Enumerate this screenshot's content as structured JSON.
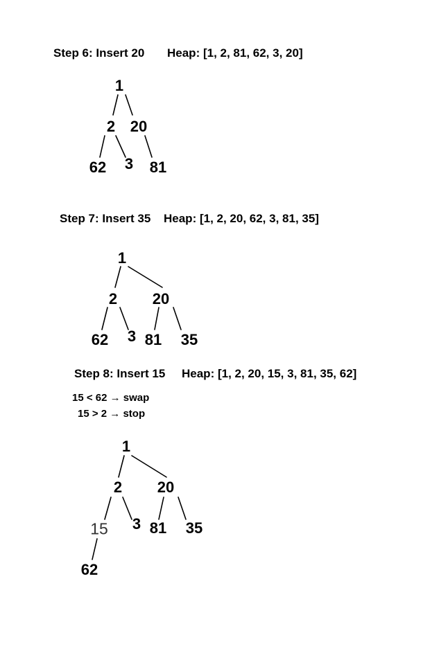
{
  "steps": [
    {
      "title": "Step 6: Insert 20",
      "heap": "Heap: [1, 2, 81, 62, 3, 20]",
      "notes": [],
      "nodes": [
        "1",
        "2",
        "20",
        "62",
        "3",
        "81"
      ]
    },
    {
      "title": "Step 7: Insert 35",
      "heap": "Heap: [1, 2, 20, 62, 3, 81, 35]",
      "notes": [],
      "nodes": [
        "1",
        "2",
        "20",
        "62",
        "3",
        "81",
        "35"
      ]
    },
    {
      "title": "Step 8: Insert 15",
      "heap": "Heap: [1, 2, 20, 15, 3, 81, 35, 62]",
      "notes": [
        "15 < 62 → swap",
        "15 > 2 → stop"
      ],
      "nodes": [
        "1",
        "2",
        "20",
        "15",
        "3",
        "81",
        "35",
        "62"
      ]
    }
  ]
}
